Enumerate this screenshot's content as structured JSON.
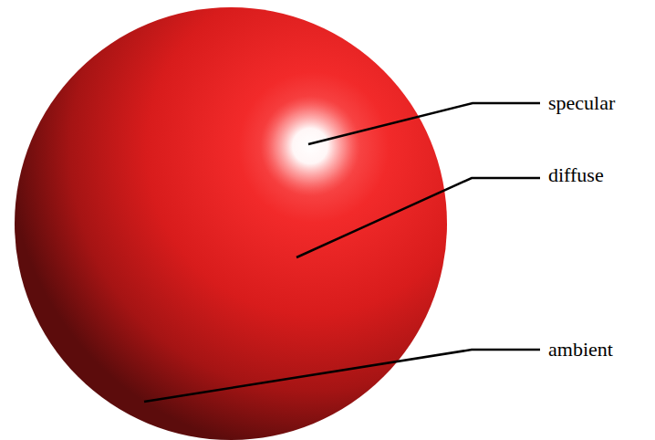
{
  "diagram": {
    "labels": [
      "specular",
      "diffuse",
      "ambient"
    ]
  }
}
